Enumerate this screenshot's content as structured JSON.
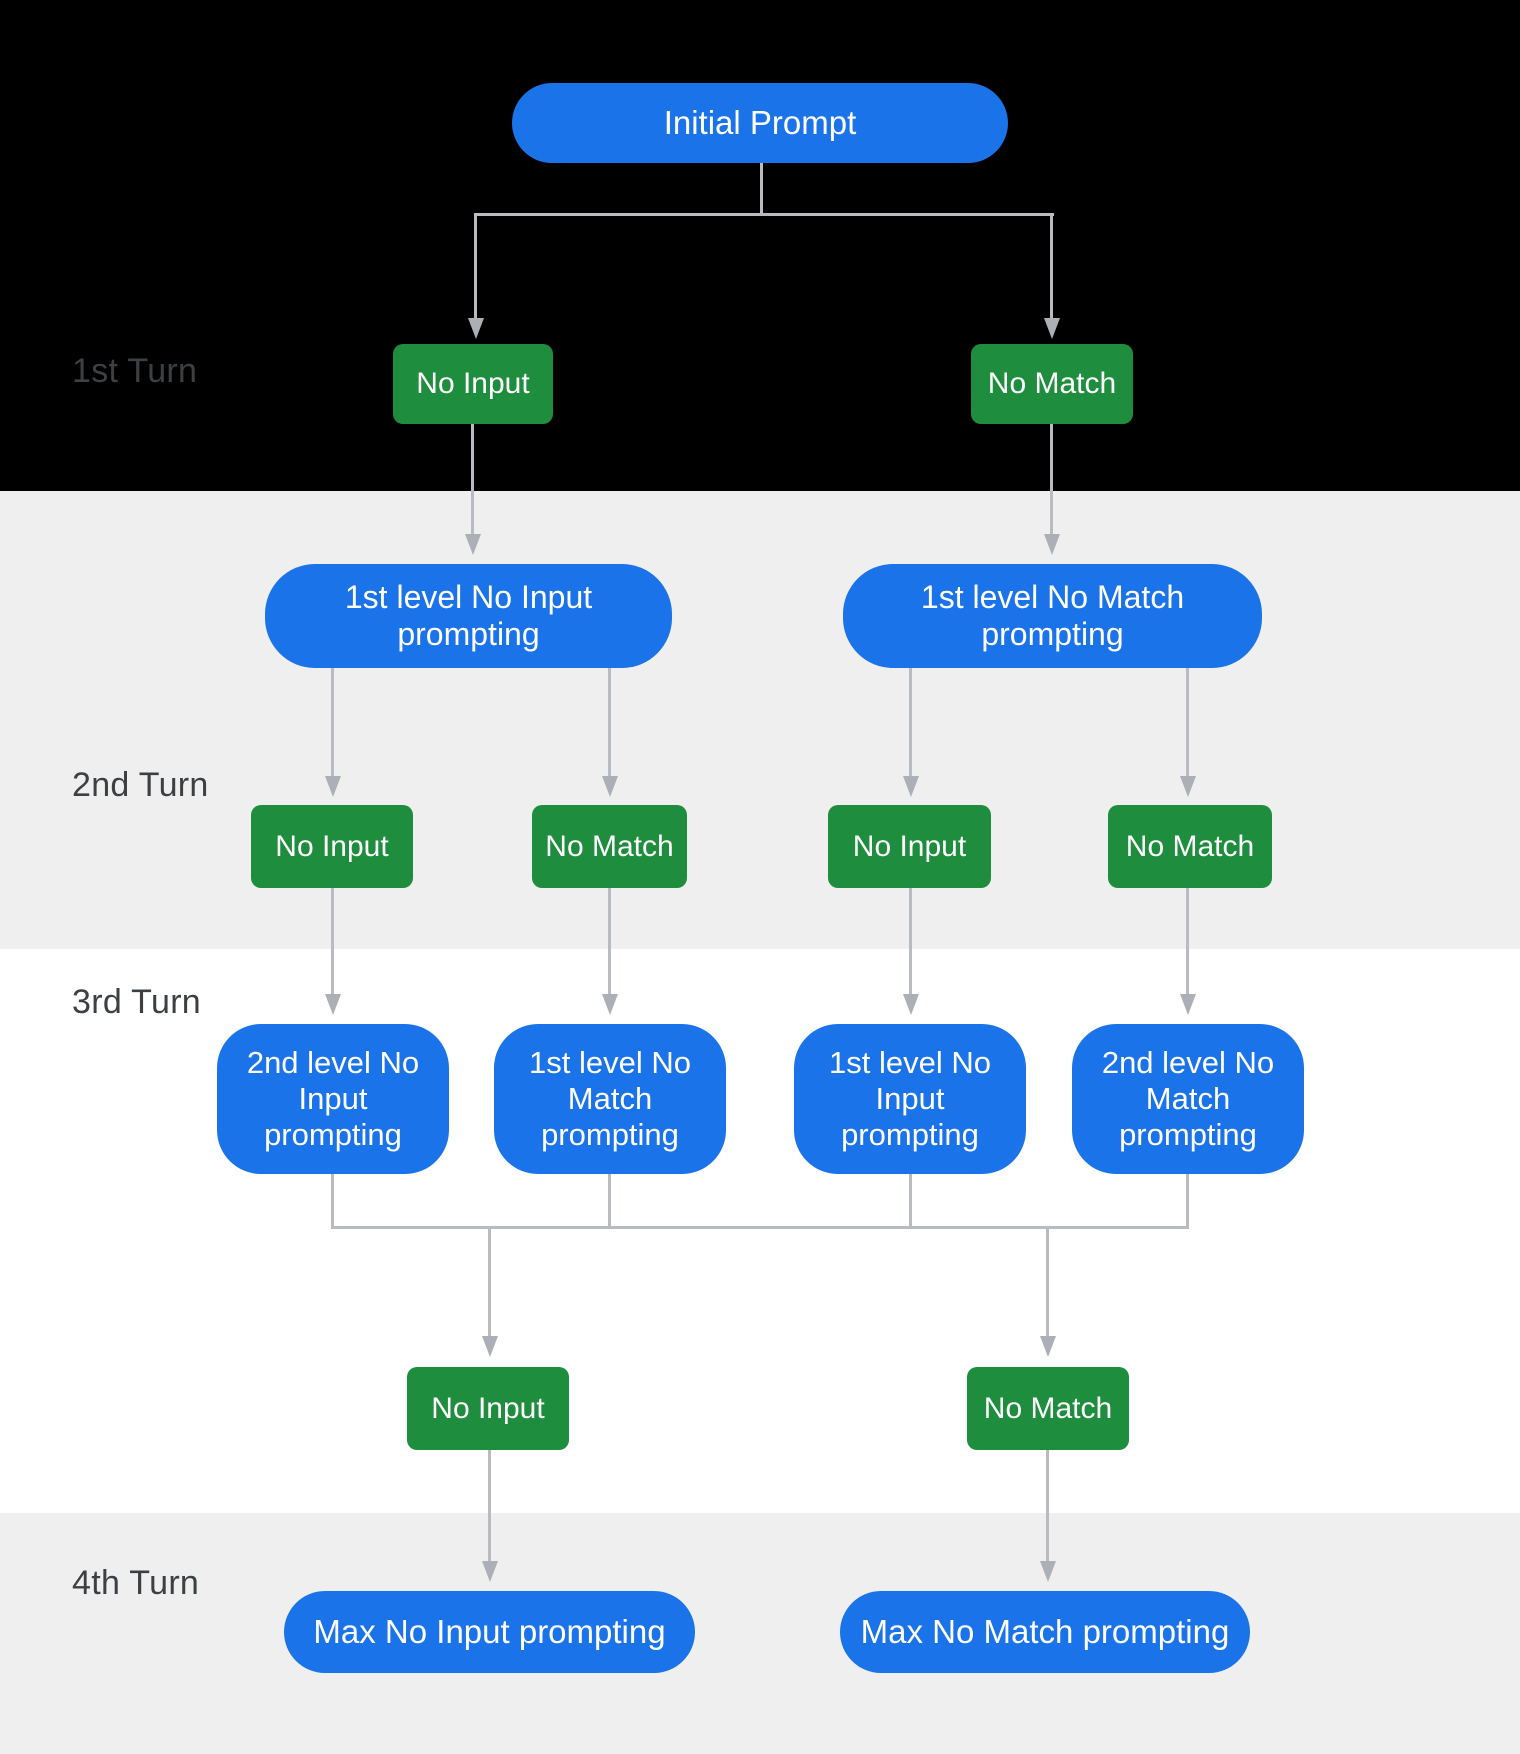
{
  "diagram": {
    "root": "Initial Prompt",
    "turn_labels": {
      "t1": "1st Turn",
      "t2": "2nd Turn",
      "t3": "3rd Turn",
      "t4": "4th Turn"
    },
    "turn1_events": {
      "no_input": "No Input",
      "no_match": "No Match"
    },
    "level1_prompts": {
      "no_input": "1st level No Input prompting",
      "no_match": "1st level No Match prompting"
    },
    "turn2_events": {
      "e1": "No Input",
      "e2": "No Match",
      "e3": "No Input",
      "e4": "No Match"
    },
    "level2_prompts": {
      "p1": "2nd level No Input prompting",
      "p2": "1st level No Match prompting",
      "p3": "1st level No Input prompting",
      "p4": "2nd level No Match prompting"
    },
    "turn3_events": {
      "no_input": "No Input",
      "no_match": "No Match"
    },
    "final_prompts": {
      "no_input": "Max No Input prompting",
      "no_match": "Max No Match prompting"
    },
    "colors": {
      "prompt_blue": "#1a73e8",
      "event_green": "#1e8e3e",
      "band_dark": "#000000",
      "band_gray": "#efefef",
      "band_white": "#ffffff",
      "connector_gray": "#b8bcc0",
      "label_text": "#3c4043"
    }
  }
}
